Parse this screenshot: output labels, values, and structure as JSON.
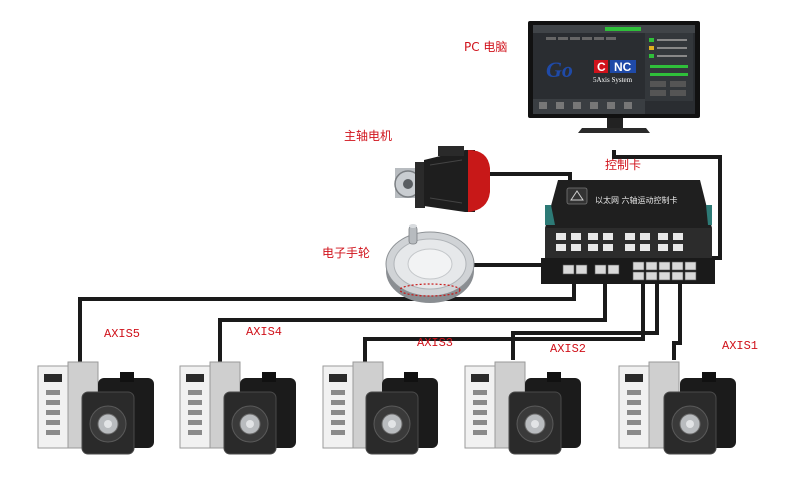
{
  "labels": {
    "pc": "PC 电脑",
    "spindle": "主轴电机",
    "controller": "控制卡",
    "handwheel": "电子手轮"
  },
  "monitor": {
    "logo_go": "Go",
    "logo_c": "C",
    "logo_nc": "NC",
    "subtitle": "5Axis System"
  },
  "controller_box": {
    "title": "以太网 六轴运动控制卡"
  },
  "axes": [
    "AXIS5",
    "AXIS4",
    "AXIS3",
    "AXIS2",
    "AXIS1"
  ],
  "colors": {
    "label_red": "#d0121b",
    "cable": "#1a1a1a",
    "logo_blue": "#1f4aa8",
    "logo_red": "#d0121b",
    "screen_green": "#2fbf3a",
    "spindle_red": "#c81818",
    "controller_teal": "#2d7a76"
  }
}
